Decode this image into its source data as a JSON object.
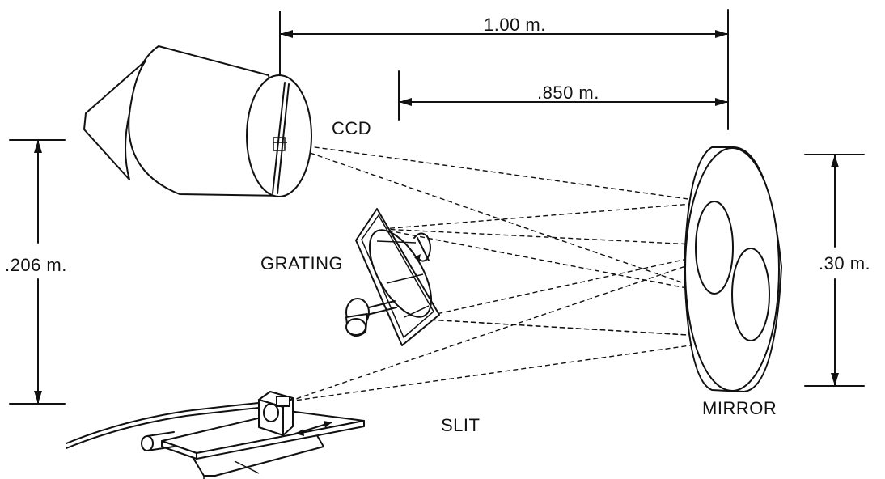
{
  "labels": {
    "dim_top": "1.00 m.",
    "dim_mid": ".850 m.",
    "dim_left": ".206 m.",
    "dim_right": ".30 m.",
    "ccd": "CCD",
    "grating": "GRATING",
    "mirror": "MIRROR",
    "slit": "SLIT"
  }
}
